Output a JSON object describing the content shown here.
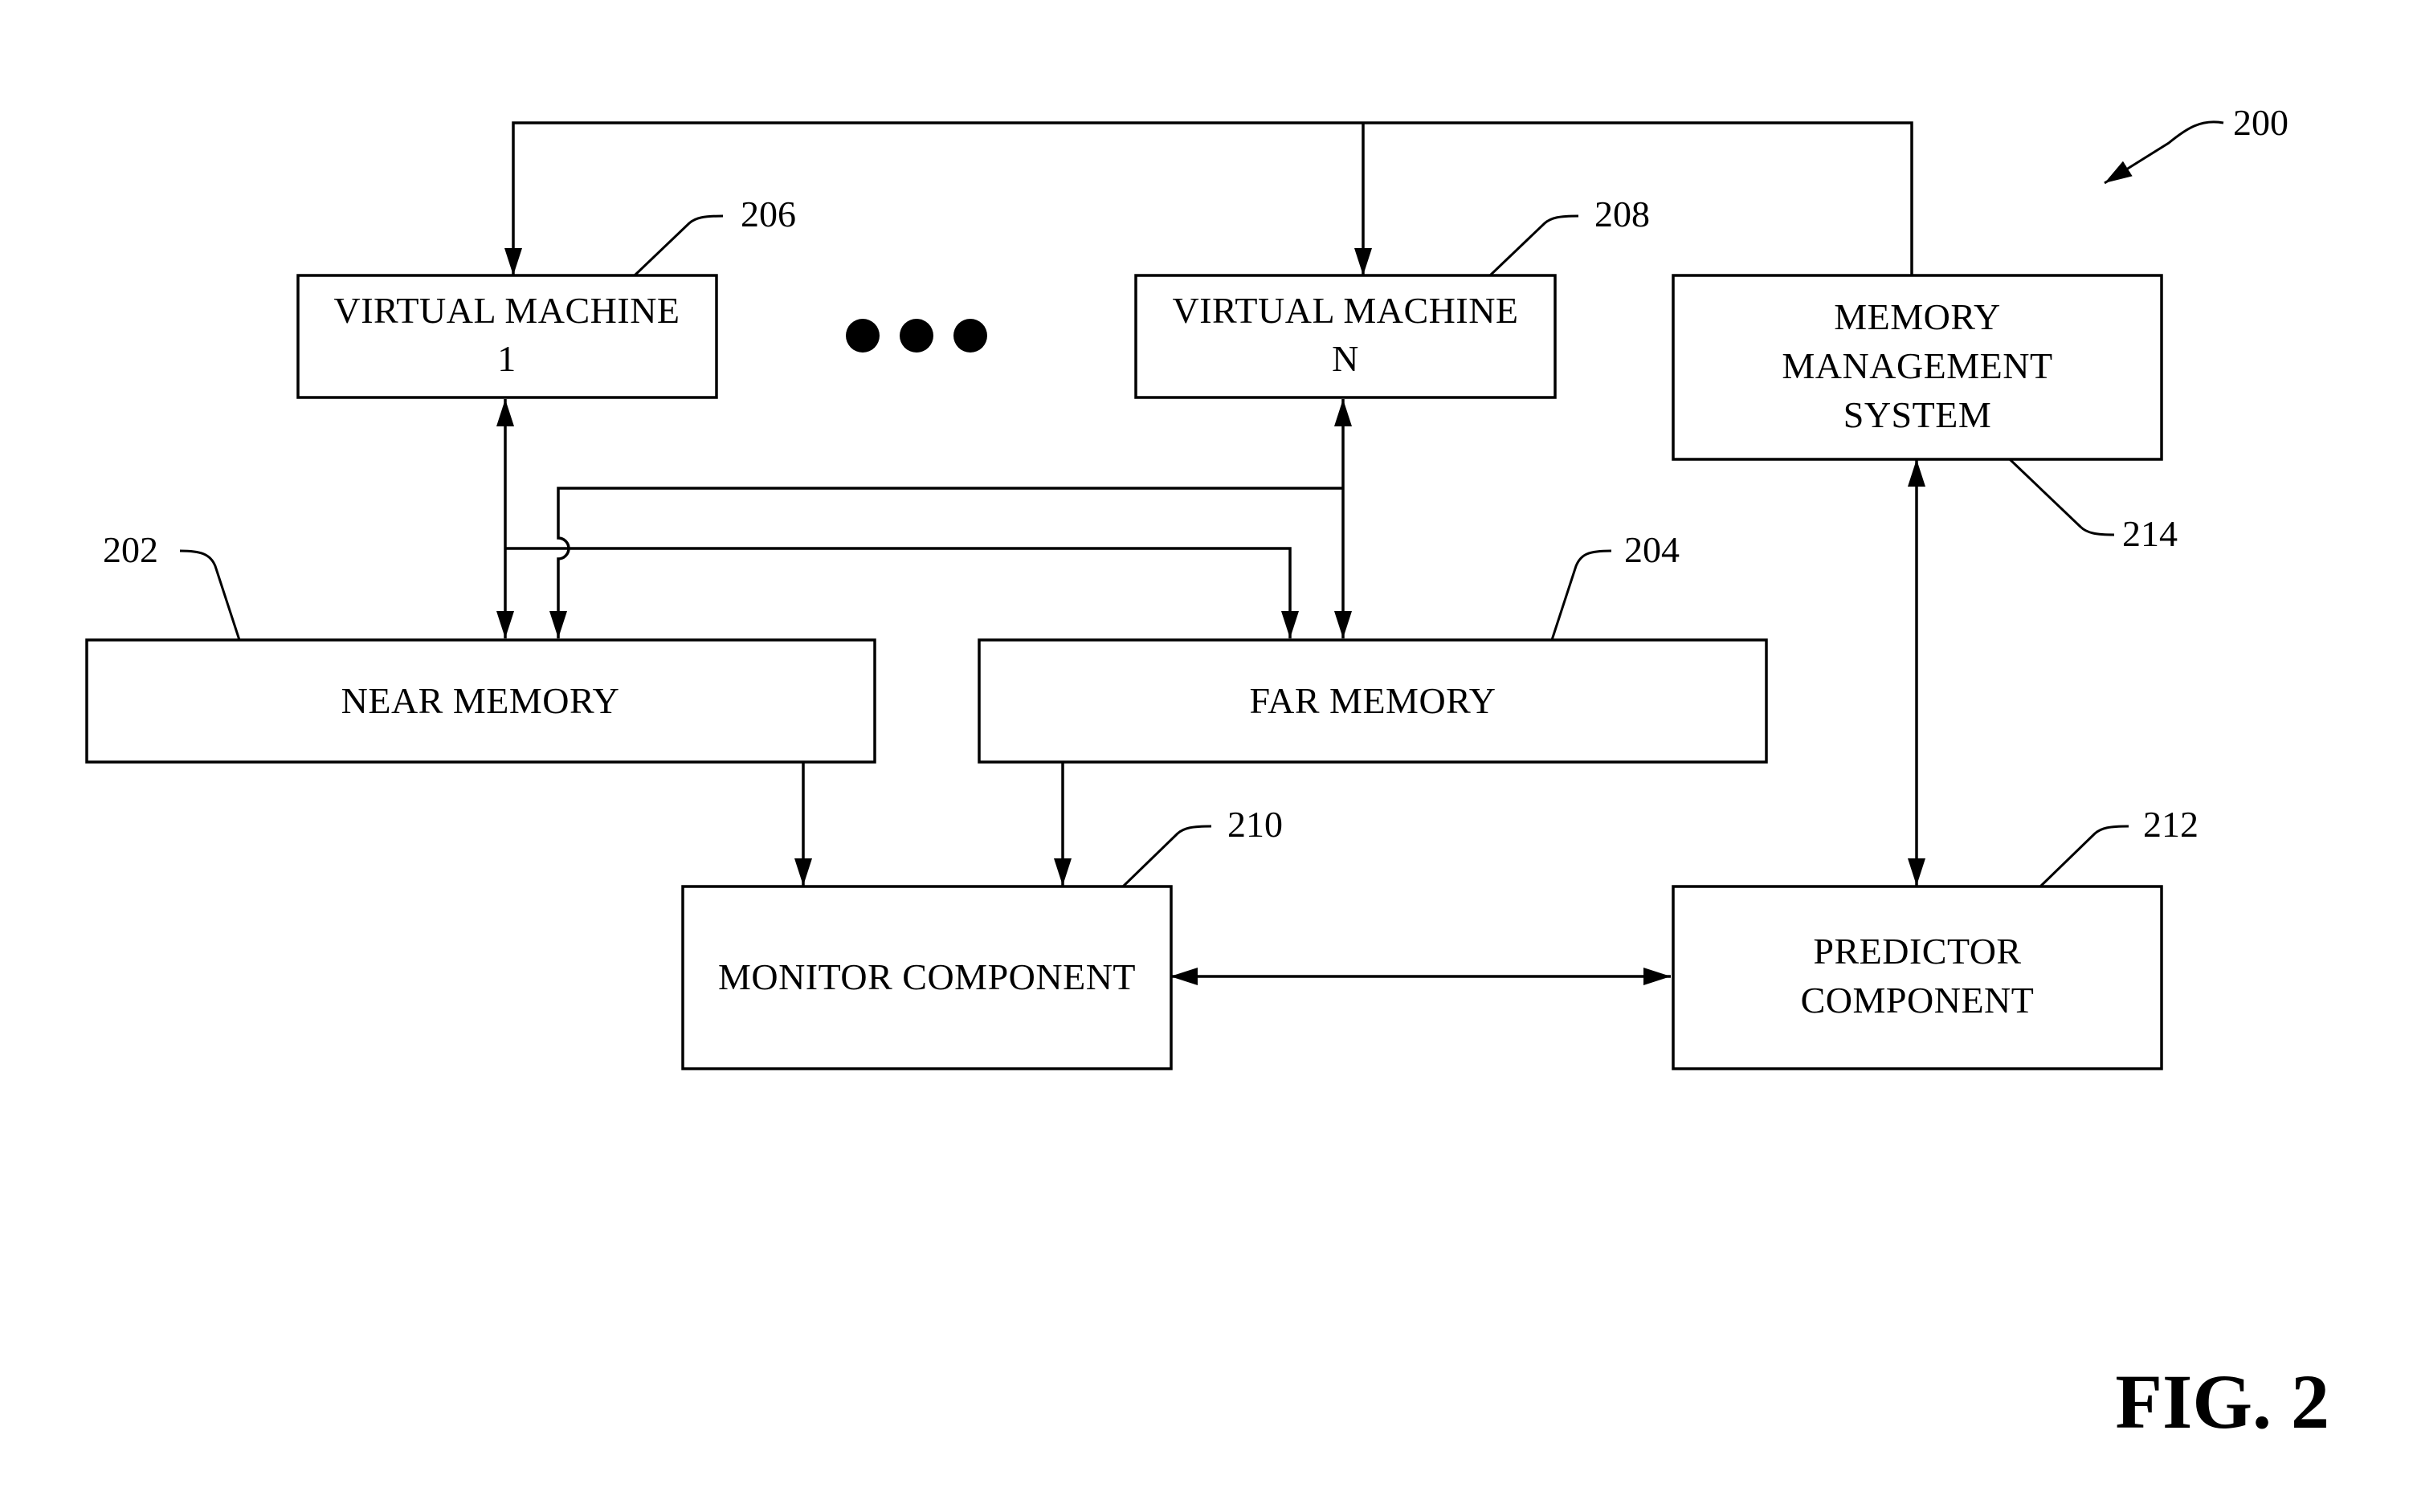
{
  "boxes": {
    "vm1": {
      "line1": "VIRTUAL MACHINE",
      "line2": "1"
    },
    "vmn": {
      "line1": "VIRTUAL MACHINE",
      "line2": "N"
    },
    "mms": {
      "line1": "MEMORY",
      "line2": "MANAGEMENT",
      "line3": "SYSTEM"
    },
    "near": {
      "label": "NEAR MEMORY"
    },
    "far": {
      "label": "FAR MEMORY"
    },
    "monitor": {
      "label": "MONITOR COMPONENT"
    },
    "predictor": {
      "line1": "PREDICTOR",
      "line2": "COMPONENT"
    }
  },
  "refs": {
    "system": "200",
    "near_memory": "202",
    "far_memory": "204",
    "vm1": "206",
    "vmn": "208",
    "monitor": "210",
    "predictor": "212",
    "mms": "214"
  },
  "figure_label": "FIG. 2"
}
